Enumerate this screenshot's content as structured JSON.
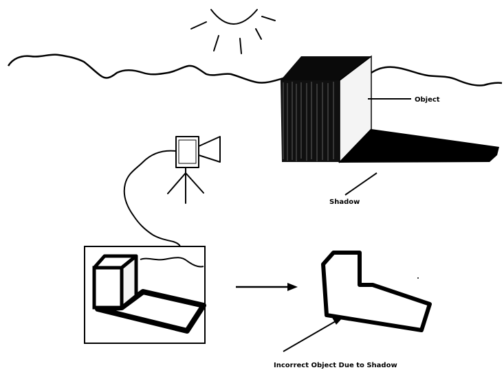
{
  "labels": {
    "object": "Object",
    "shadow": "Shadow",
    "incorrect": "Incorrect Object Due to Shadow"
  },
  "colors": {
    "ink": "#000000",
    "background": "#ffffff",
    "box_side_light": "#f4f4f4"
  },
  "icons": [
    "sun-icon",
    "video-camera-icon",
    "tripod-icon",
    "arrow-right-icon"
  ]
}
